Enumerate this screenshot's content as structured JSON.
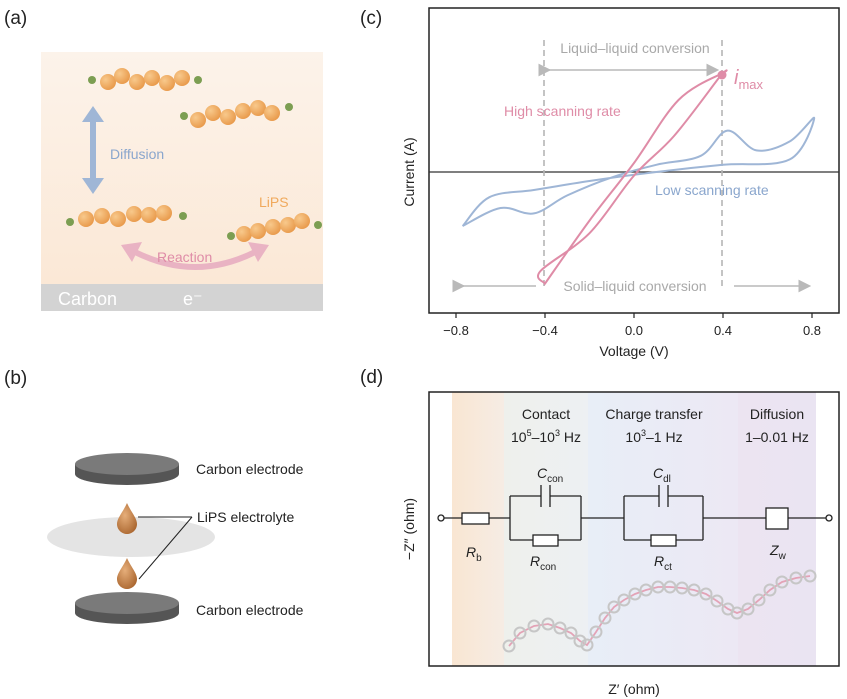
{
  "colors": {
    "orange_bead": "#f0a95c",
    "green_end": "#7c9e52",
    "blue": "#9fb6d6",
    "pink": "#df8ca7",
    "gray_label": "#a9a9a9",
    "carbon_bar": "#d3d3d3"
  },
  "panel_a": {
    "label": "(a)",
    "diffusion": "Diffusion",
    "lips": "LiPS",
    "reaction": "Reaction",
    "carbon": "Carbon",
    "electron": "e⁻"
  },
  "panel_b": {
    "label": "(b)",
    "top_electrode": "Carbon electrode",
    "electrolyte": "LiPS electrolyte",
    "bottom_electrode": "Carbon electrode"
  },
  "panel_c": {
    "label": "(c)",
    "xlabel": "Voltage (V)",
    "ylabel": "Current (A)",
    "liquid_liquid": "Liquid–liquid conversion",
    "solid_liquid": "Solid–liquid conversion",
    "high_rate": "High scanning rate",
    "low_rate": "Low scanning rate",
    "imax": "i",
    "imax_sub": "max",
    "xticks": [
      "−0.8",
      "−0.4",
      "0.0",
      "0.4",
      "0.8"
    ]
  },
  "panel_d": {
    "label": "(d)",
    "xlabel": "Z′ (ohm)",
    "ylabel": "−Z″ (ohm)",
    "contact": "Contact",
    "contact_freq_base": "10",
    "contact_freq_sup1": "5",
    "contact_freq_mid": "–10",
    "contact_freq_sup2": "3",
    "contact_freq_unit": " Hz",
    "charge": "Charge transfer",
    "charge_freq_base": "10",
    "charge_freq_sup": "3",
    "charge_freq_rest": "–1 Hz",
    "diffusion": "Diffusion",
    "diffusion_freq": "1–0.01 Hz",
    "rb": "R",
    "rb_sub": "b",
    "ccon": "C",
    "ccon_sub": "con",
    "rcon": "R",
    "rcon_sub": "con",
    "cdl": "C",
    "cdl_sub": "dl",
    "rct": "R",
    "rct_sub": "ct",
    "zw": "Z",
    "zw_sub": "w"
  },
  "chart_data": {
    "type": "line",
    "xlabel": "Voltage (V)",
    "ylabel": "Current (A)",
    "xlim": [
      -0.85,
      0.85
    ],
    "x_ticks": [
      -0.8,
      -0.4,
      0.0,
      0.4,
      0.8
    ],
    "series": [
      {
        "name": "High scanning rate",
        "x": [
          -0.4,
          -0.2,
          0.0,
          0.2,
          0.4,
          0.38,
          0.18,
          0.0,
          -0.2,
          -0.42,
          -0.4
        ],
        "y": [
          -0.62,
          -0.27,
          0.05,
          0.4,
          0.55,
          0.52,
          0.2,
          -0.02,
          -0.34,
          -0.55,
          -0.62
        ]
      },
      {
        "name": "Low scanning rate",
        "x": [
          -0.77,
          -0.6,
          -0.45,
          -0.3,
          -0.1,
          0.1,
          0.3,
          0.42,
          0.55,
          0.7,
          0.81,
          0.7,
          0.4,
          0.1,
          -0.2,
          -0.45,
          -0.65,
          -0.77
        ],
        "y": [
          -0.3,
          -0.2,
          -0.23,
          -0.13,
          -0.03,
          0.04,
          0.09,
          0.23,
          0.12,
          0.17,
          0.3,
          0.07,
          0.04,
          0.0,
          -0.05,
          -0.1,
          -0.14,
          -0.3
        ]
      }
    ]
  }
}
